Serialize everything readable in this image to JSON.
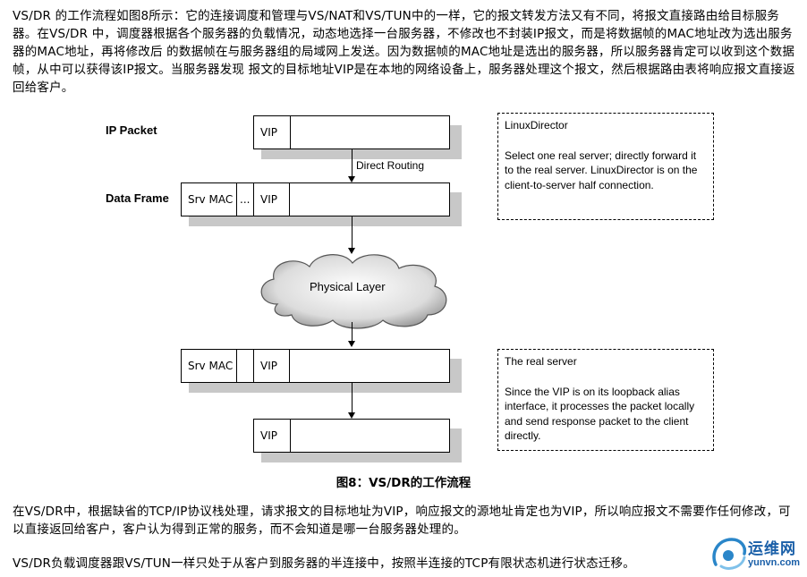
{
  "intro_paragraph": "VS/DR 的工作流程如图8所示：它的连接调度和管理与VS/NAT和VS/TUN中的一样，它的报文转发方法又有不同，将报文直接路由给目标服务器。在VS/DR 中，调度器根据各个服务器的负载情况，动态地选择一台服务器，不修改也不封装IP报文，而是将数据帧的MAC地址改为选出服务器的MAC地址，再将修改后 的数据帧在与服务器组的局域网上发送。因为数据帧的MAC地址是选出的服务器，所以服务器肯定可以收到这个数据帧，从中可以获得该IP报文。当服务器发现 报文的目标地址VIP是在本地的网络设备上，服务器处理这个报文，然后根据路由表将响应报文直接返回给客户。",
  "diagram": {
    "ip_packet_label": "IP Packet",
    "data_frame_label": "Data Frame",
    "vip": "VIP",
    "srv_mac": "Srv MAC",
    "ellipsis": "...",
    "direct_routing": "Direct Routing",
    "physical_layer": "Physical Layer",
    "director_note": {
      "title": "LinuxDirector",
      "body": "Select one real server; directly forward it to the real server. LinuxDirector is on the client-to-server half connection."
    },
    "server_note": {
      "title": "The real server",
      "body": "Since the VIP is on its loopback alias interface, it processes the packet locally and send response packet to the client directly."
    }
  },
  "caption": "图8：VS/DR的工作流程",
  "paragraph_2": "在VS/DR中，根据缺省的TCP/IP协议栈处理，请求报文的目标地址为VIP，响应报文的源地址肯定也为VIP，所以响应报文不需要作任何修改，可以直接返回给客户，客户认为得到正常的服务，而不会知道是哪一台服务器处理的。",
  "paragraph_3": "VS/DR负载调度器跟VS/TUN一样只处于从客户到服务器的半连接中，按照半连接的TCP有限状态机进行状态迁移。",
  "logo": {
    "name": "运维网",
    "url_text": "yunvn.com",
    "colors": {
      "swirl": "#2a86c9",
      "text": "#1a5fa8"
    }
  }
}
